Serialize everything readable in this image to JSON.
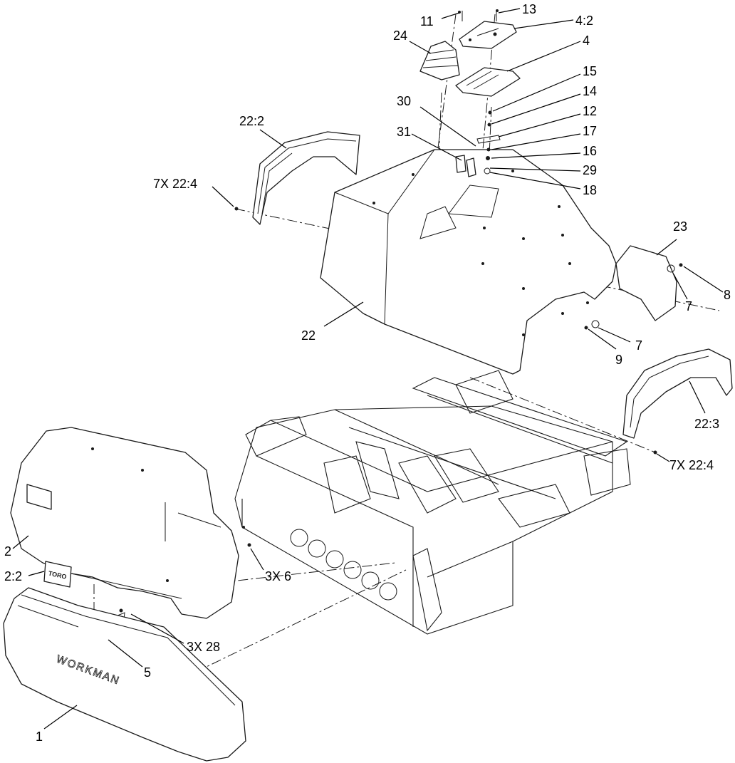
{
  "callouts": {
    "c11": "11",
    "c13": "13",
    "c4_2": "4:2",
    "c24": "24",
    "c4": "4",
    "c15": "15",
    "c14": "14",
    "c12": "12",
    "c17": "17",
    "c16": "16",
    "c29": "29",
    "c18": "18",
    "c30": "30",
    "c31": "31",
    "c22_2": "22:2",
    "c7x22_4_left": "7X 22:4",
    "c23": "23",
    "c8": "8",
    "c7_right": "7",
    "c7_lower": "7",
    "c9": "9",
    "c22": "22",
    "c22_3": "22:3",
    "c7x22_4_right": "7X 22:4",
    "c2": "2",
    "c2_2": "2:2",
    "c3x6": "3X 6",
    "c3x28": "3X 28",
    "c5": "5",
    "c1": "1"
  },
  "embossed": {
    "hood_badge": "TORO",
    "bumper_text": "WORKMAN"
  }
}
